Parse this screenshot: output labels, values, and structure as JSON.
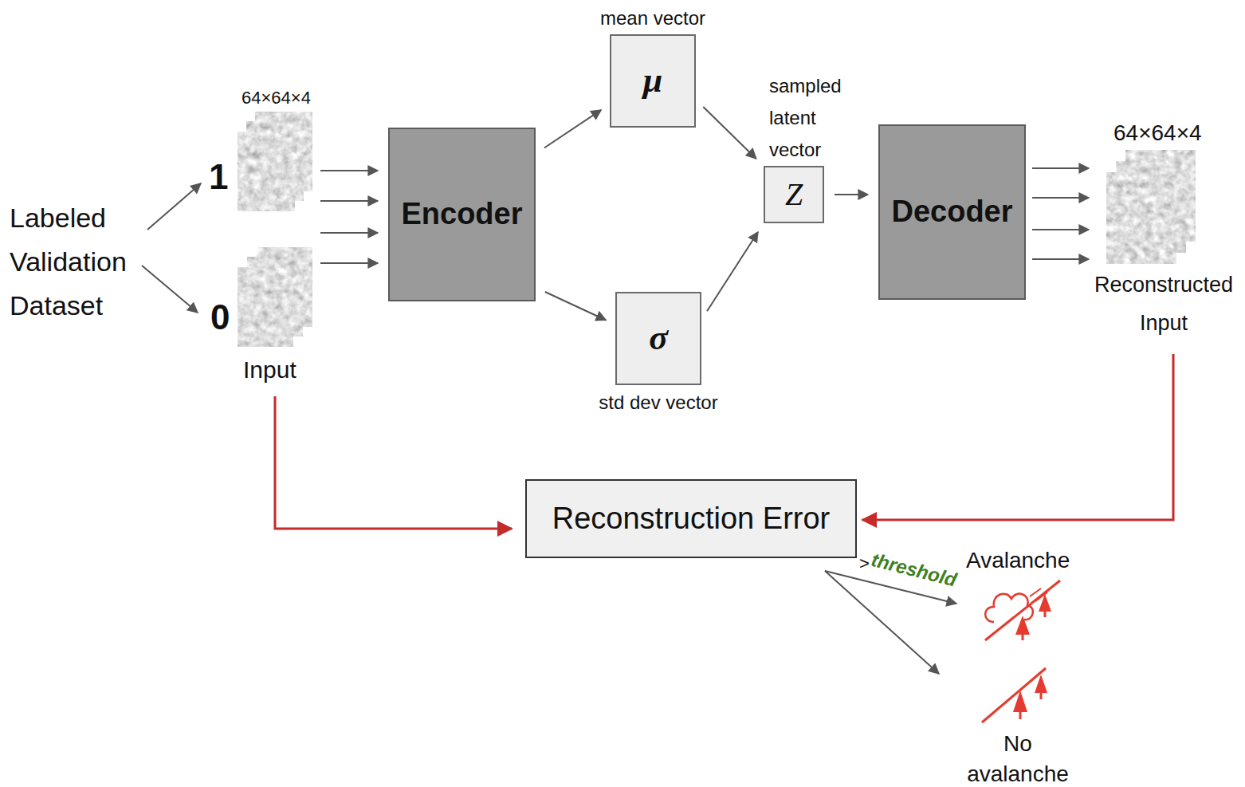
{
  "diagram": {
    "nodes": [
      {
        "text": [
          "Encoder"
        ]
      },
      {
        "text": [
          "mean vector",
          "μ"
        ]
      },
      {
        "text": [
          "σ",
          "std dev vector"
        ]
      },
      {
        "text": [
          "sampled latent vector",
          "Z"
        ]
      },
      {
        "text": [
          "Decoder"
        ]
      },
      {
        "text": [
          "Reconstruction Error"
        ]
      }
    ],
    "edges": [
      {
        "from": 0,
        "to": 1,
        "arrow": "to"
      },
      {
        "from": 0,
        "to": 2,
        "arrow": "to"
      },
      {
        "from": 1,
        "to": 3,
        "arrow": "to"
      },
      {
        "from": 2,
        "to": 3,
        "arrow": "to"
      },
      {
        "from": 3,
        "to": 4,
        "arrow": "to"
      }
    ],
    "labels": [
      "Labeled Validation Dataset",
      "1",
      "0",
      "64×64×4",
      "Input",
      "64×64×4",
      "Reconstructed Input",
      ">",
      "threshold",
      "Avalanche",
      "No avalanche"
    ]
  }
}
